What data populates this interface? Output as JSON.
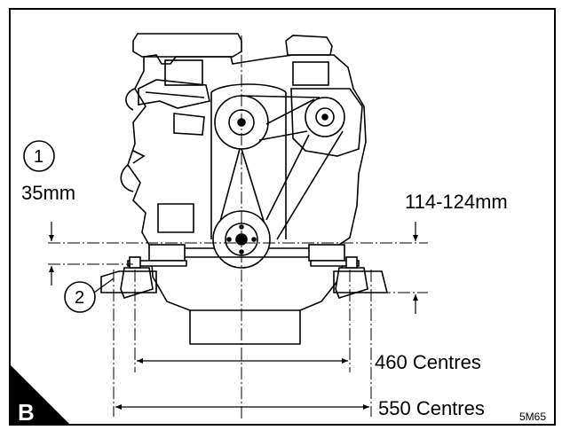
{
  "figure": {
    "panel_letter": "B",
    "reference_code": "5M65",
    "callouts": [
      {
        "number": "1",
        "dimension": "35mm"
      },
      {
        "number": "2",
        "dimension": ""
      }
    ],
    "dimensions": {
      "pulley_height": "114-124mm",
      "inner_centres": "460 Centres",
      "outer_centres": "550 Centres"
    },
    "icons": [
      "engine-drawing",
      "crankshaft-pulley-icon",
      "alternator-pulley-icon",
      "engine-mount-icon"
    ],
    "colors": {
      "line": "#000000",
      "background": "#ffffff"
    }
  }
}
